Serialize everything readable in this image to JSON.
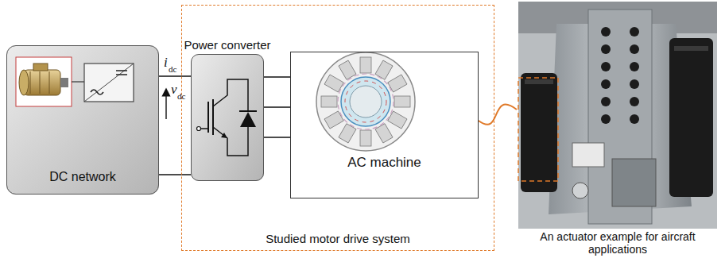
{
  "diagram": {
    "nodes": [
      {
        "text": [
          "DC network"
        ]
      },
      {
        "text": [
          "Studied motor drive system"
        ]
      },
      {
        "text": [
          "Power converter"
        ],
        "in": 1
      },
      {
        "text": [
          "AC machine"
        ],
        "in": 1
      },
      {
        "text": [
          "An actuator example for aircraft applications"
        ]
      }
    ],
    "edges": [
      {
        "from": 0,
        "to": 2,
        "arrow": "none"
      },
      {
        "from": 0,
        "to": 2,
        "arrow": "none"
      },
      {
        "from": 2,
        "to": 3,
        "arrow": "none"
      },
      {
        "from": 2,
        "to": 3,
        "arrow": "none"
      },
      {
        "from": 2,
        "to": 3,
        "arrow": "none"
      },
      {
        "from": 3,
        "to": 4,
        "arrow": "none"
      }
    ],
    "labels": [
      "i",
      "dc",
      "v",
      "dc"
    ]
  }
}
